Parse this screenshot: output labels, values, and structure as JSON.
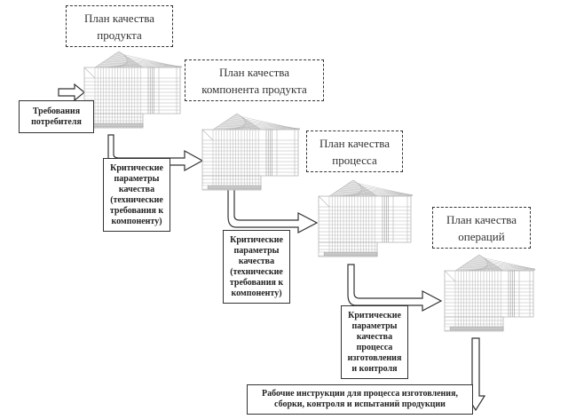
{
  "title": "Каскад планов качества (развёртывание функции качества)",
  "plans": [
    {
      "id": "product",
      "label_line1": "План качества",
      "label_line2": "продукта"
    },
    {
      "id": "component",
      "label_line1": "План качества",
      "label_line2": "компонента продукта"
    },
    {
      "id": "process",
      "label_line1": "План качества",
      "label_line2": "процесса"
    },
    {
      "id": "operations",
      "label_line1": "План качества",
      "label_line2": "операций"
    }
  ],
  "notes": {
    "customer_requirements": [
      "Требования",
      "потребителя"
    ],
    "critical_params_1": [
      "Критические",
      "параметры",
      "качества",
      "(технические",
      "требования к",
      "компоненту)"
    ],
    "critical_params_2": [
      "Критические",
      "параметры",
      "качества",
      "(технические",
      "требования к",
      "компоненту)"
    ],
    "critical_params_3": [
      "Критические",
      "параметры",
      "качества",
      "процесса",
      "изготовления",
      "и контроля"
    ],
    "work_instructions": [
      "Рабочие инструкции для процесса изготовления,",
      "сборки, контроля и испытаний продукции"
    ]
  },
  "colors": {
    "line": "#333333",
    "grid": "#b5b5b5",
    "grid_dark": "#8c8c8c"
  }
}
